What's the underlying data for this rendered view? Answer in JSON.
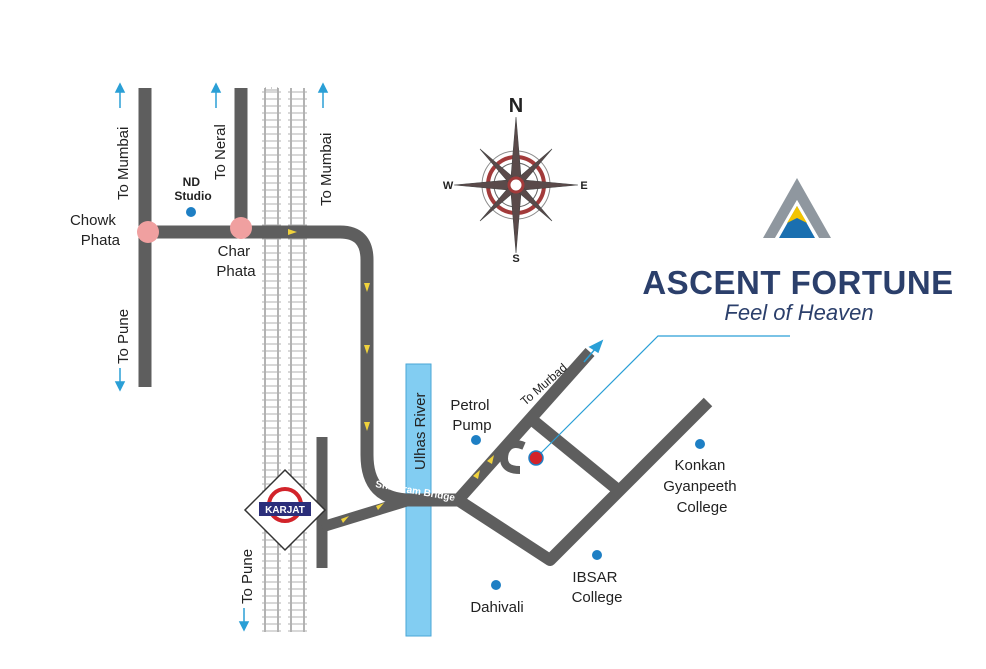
{
  "brand": {
    "name": "ASCENT FORTUNE",
    "tagline": "Feel of Heaven"
  },
  "compass": {
    "n": "N",
    "e": "E",
    "s": "S",
    "w": "W"
  },
  "roads": {
    "to_mumbai_left": "To Mumbai",
    "to_neral": "To Neral",
    "to_mumbai_right": "To Mumbai",
    "to_pune_top": "To Pune",
    "to_pune_bottom": "To Pune",
    "to_murbad": "To Murbad",
    "shreeram_bridge": "Shreeram Bridge"
  },
  "junctions": {
    "chowk_phata": [
      "Chowk",
      "Phata"
    ],
    "char_phata": [
      "Char",
      "Phata"
    ]
  },
  "river": "Ulhas River",
  "station": "KARJAT",
  "landmarks": {
    "nd_studio": [
      "ND",
      "Studio"
    ],
    "petrol_pump": [
      "Petrol",
      "Pump"
    ],
    "konkan": [
      "Konkan",
      "Gyanpeeth",
      "College"
    ],
    "ibsar": [
      "IBSAR",
      "College"
    ],
    "dahivali": "Dahivali"
  },
  "colors": {
    "road": "#5e5e5e",
    "river": "#82cdf2",
    "junction": "#f0a0a0",
    "marker": "#1e7fc4",
    "arrow": "#2a9fd6",
    "brand": "#2b3f6b",
    "project_pin": "#d2232a"
  }
}
